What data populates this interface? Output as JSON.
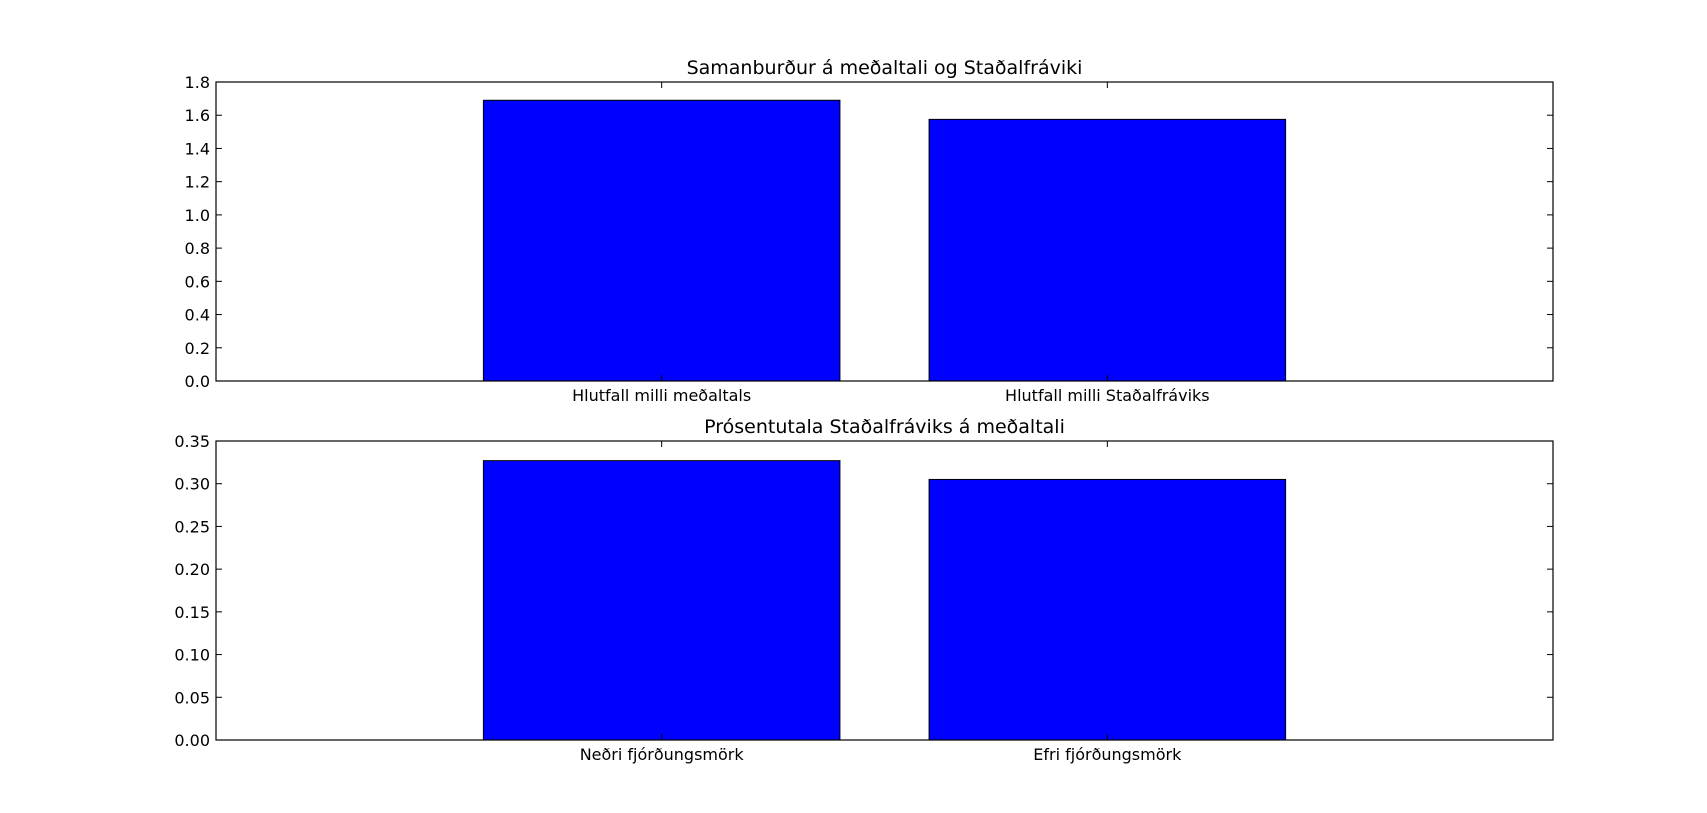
{
  "chart_data": [
    {
      "type": "bar",
      "title": "Samanburður á meðaltali og Staðalfráviki",
      "categories": [
        "Hlutfall milli meðaltals",
        "Hlutfall milli Staðalfráviks"
      ],
      "values": [
        1.69,
        1.575
      ],
      "xlabel": "",
      "ylabel": "",
      "ylim": [
        0,
        1.8
      ],
      "yticks": [
        "0.0",
        "0.2",
        "0.4",
        "0.6",
        "0.8",
        "1.0",
        "1.2",
        "1.4",
        "1.6",
        "1.8"
      ],
      "xlim": [
        0,
        3
      ],
      "bar_width": 0.8,
      "bar_color": "#0000ff",
      "grid": false
    },
    {
      "type": "bar",
      "title": "Prósentutala Staðalfráviks á meðaltali",
      "categories": [
        "Neðri fjórðungsmörk",
        "Efri fjórðungsmörk"
      ],
      "values": [
        0.327,
        0.305
      ],
      "xlabel": "",
      "ylabel": "",
      "ylim": [
        0,
        0.35
      ],
      "yticks": [
        "0.00",
        "0.05",
        "0.10",
        "0.15",
        "0.20",
        "0.25",
        "0.30",
        "0.35"
      ],
      "xlim": [
        0,
        3
      ],
      "bar_width": 0.8,
      "bar_color": "#0000ff",
      "grid": false
    }
  ]
}
